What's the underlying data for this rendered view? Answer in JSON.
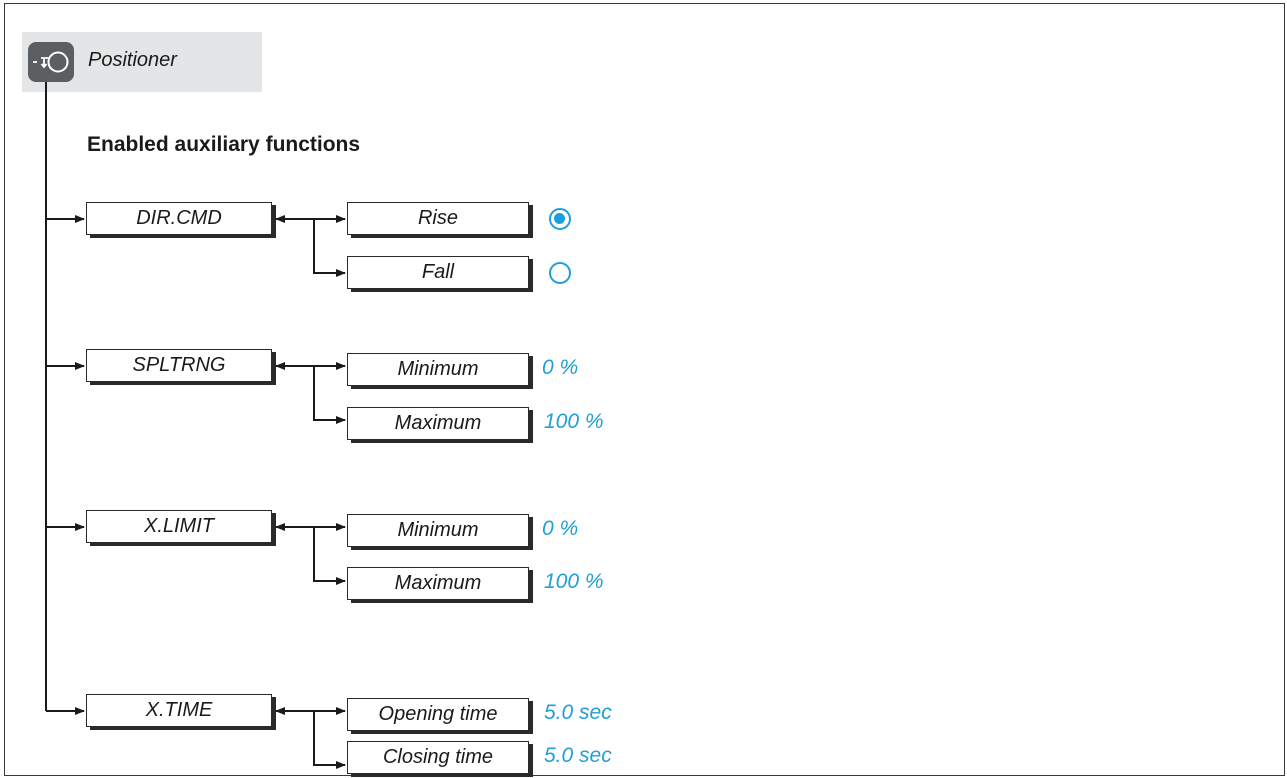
{
  "header": {
    "title": "Positioner",
    "icon": "positioner-icon"
  },
  "section_title": "Enabled auxiliary functions",
  "colors": {
    "accent": "#1e9fd8",
    "header_bg": "#e3e5e6",
    "icon_bg": "#5c5f61"
  },
  "menus": [
    {
      "label": "DIR.CMD",
      "options": [
        {
          "label": "Rise",
          "radio": true,
          "selected": true
        },
        {
          "label": "Fall",
          "radio": true,
          "selected": false
        }
      ]
    },
    {
      "label": "SPLTRNG",
      "options": [
        {
          "label": "Minimum",
          "value": "0 %"
        },
        {
          "label": "Maximum",
          "value": "100 %"
        }
      ]
    },
    {
      "label": "X.LIMIT",
      "options": [
        {
          "label": "Minimum",
          "value": "0 %"
        },
        {
          "label": "Maximum",
          "value": "100 %"
        }
      ]
    },
    {
      "label": "X.TIME",
      "options": [
        {
          "label": "Opening time",
          "value": "5.0 sec"
        },
        {
          "label": "Closing time",
          "value": "5.0 sec"
        }
      ]
    }
  ]
}
